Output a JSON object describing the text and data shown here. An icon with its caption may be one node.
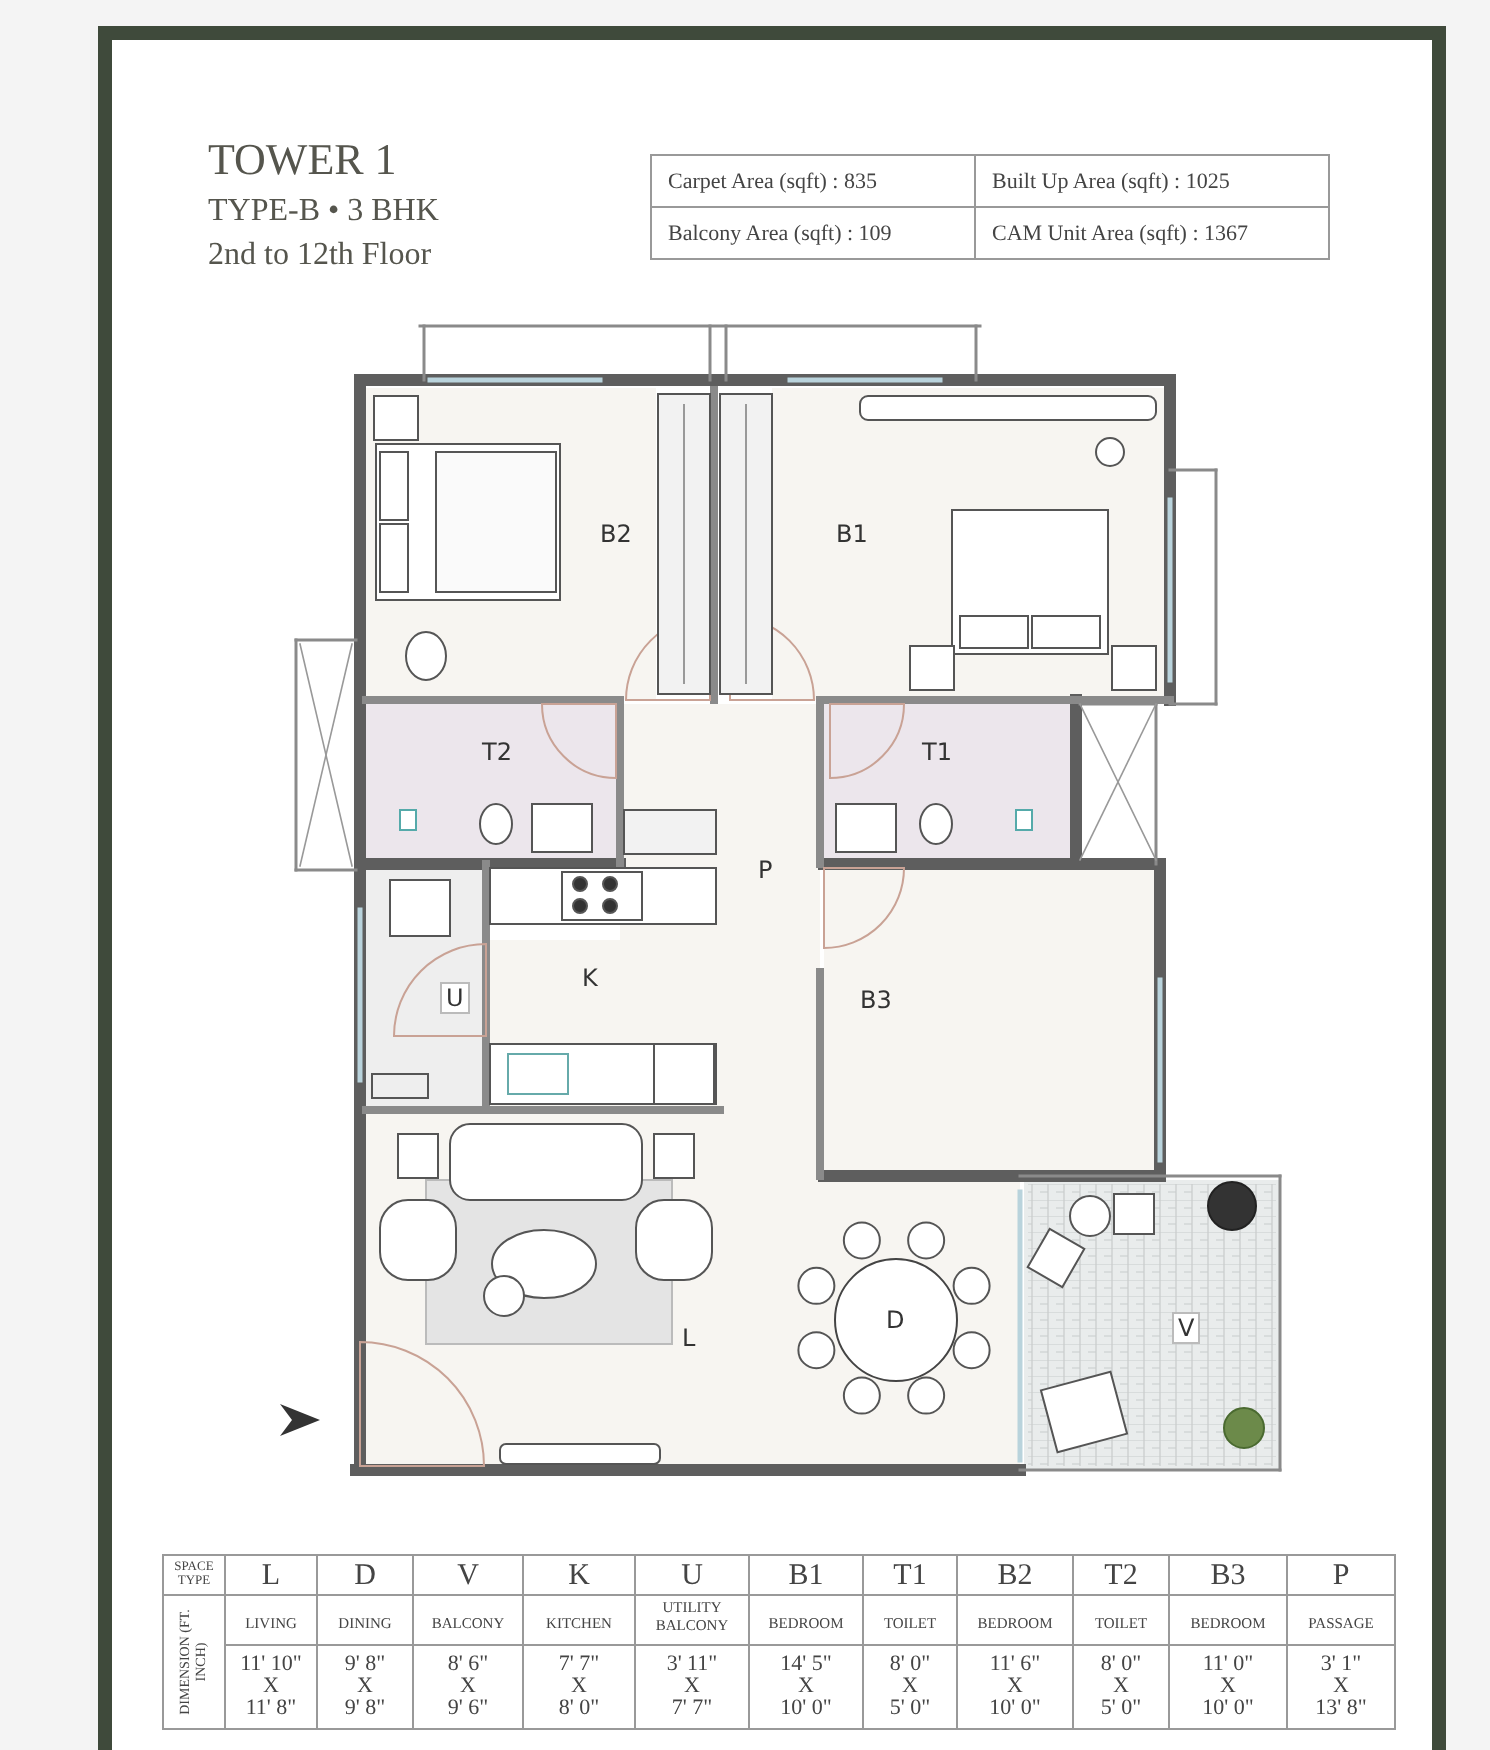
{
  "diagram": {
    "title": "TOWER 1",
    "nodes": [
      {
        "text": [
          "B2"
        ]
      },
      {
        "text": [
          "B1"
        ]
      },
      {
        "text": [
          "T2"
        ]
      },
      {
        "text": [
          "T1"
        ]
      },
      {
        "text": [
          "P"
        ]
      },
      {
        "text": [
          "U"
        ]
      },
      {
        "text": [
          "K"
        ]
      },
      {
        "text": [
          "B3"
        ]
      },
      {
        "text": [
          "L"
        ]
      },
      {
        "text": [
          "D"
        ],
        "in": 8
      },
      {
        "text": [
          "V"
        ]
      }
    ],
    "labels": [
      "TYPE-B • 3 BHK",
      "2nd to 12th Floor",
      "Carpet Area (sqft) : 835",
      "Built Up Area (sqft) : 1025",
      "Balcony Area (sqft) : 109",
      "CAM Unit Area (sqft) : 1367",
      "SPACE TYPE",
      "L",
      "D",
      "V",
      "K",
      "U",
      "B1",
      "T1",
      "B2",
      "T2",
      "B3",
      "P",
      "DIMENSION (FT. INCH)",
      "LIVING",
      "DINING",
      "BALCONY",
      "KITCHEN",
      "UTILITY BALCONY",
      "BEDROOM",
      "TOILET",
      "BEDROOM",
      "TOILET",
      "BEDROOM",
      "PASSAGE",
      "11' 10\"",
      "X",
      "11' 8\"",
      "9' 8\"",
      "X",
      "9' 8\"",
      "8' 6\"",
      "X",
      "9' 6\"",
      "7' 7\"",
      "X",
      "8' 0\"",
      "3' 11\"",
      "X",
      "7' 7\"",
      "14' 5\"",
      "X",
      "10' 0\"",
      "8' 0\"",
      "X",
      "5' 0\"",
      "11' 6\"",
      "X",
      "10' 0\"",
      "8' 0\"",
      "X",
      "5' 0\"",
      "11' 0\"",
      "X",
      "10' 0\"",
      "3' 1\"",
      "X",
      "13' 8\""
    ]
  }
}
